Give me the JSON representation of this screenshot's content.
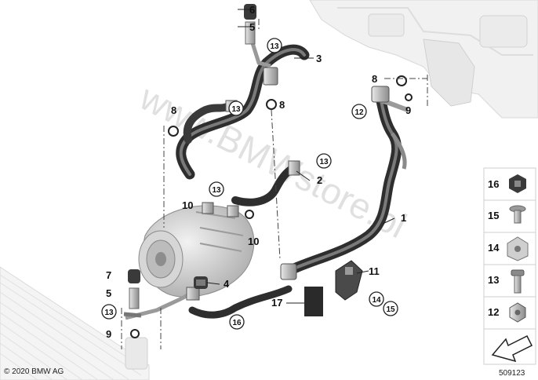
{
  "watermark": "www.BMWstore.pl",
  "copyright": "© 2020 BMW AG",
  "diagram_id": "509123",
  "callouts": {
    "c1": "1",
    "c2": "2",
    "c3": "3",
    "c4": "4",
    "c5a": "5",
    "c5b": "5",
    "c6": "6",
    "c7": "7",
    "c8a": "8",
    "c8b": "8",
    "c8c": "8",
    "c9a": "9",
    "c9b": "9",
    "c10a": "10",
    "c10b": "10",
    "c11": "11",
    "c12": "12",
    "c13a": "13",
    "c13b": "13",
    "c13c": "13",
    "c13d": "13",
    "c13e": "13",
    "c14": "14",
    "c15": "15",
    "c16": "16",
    "c17": "17"
  },
  "legend": [
    {
      "number": "16",
      "icon": "push-clip-icon"
    },
    {
      "number": "15",
      "icon": "expanding-rivet-icon"
    },
    {
      "number": "14",
      "icon": "clip-nut-icon"
    },
    {
      "number": "13",
      "icon": "bolt-icon"
    },
    {
      "number": "12",
      "icon": "hex-nut-icon"
    }
  ]
}
